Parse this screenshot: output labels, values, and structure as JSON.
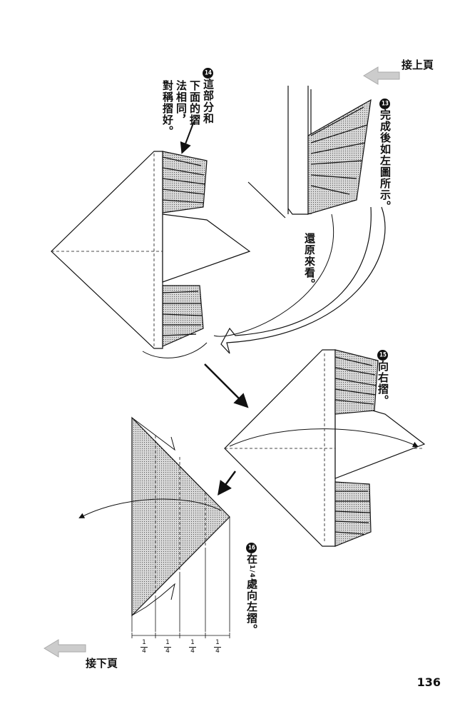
{
  "nav": {
    "continue_from": "接上頁",
    "continue_next": "接下頁"
  },
  "page_number": "136",
  "steps": [
    {
      "num": "13",
      "text": "完成後如左圖所示。"
    },
    {
      "num": "14",
      "text": "這部分和下面的摺法相同，對稱摺好。"
    },
    {
      "num": "15",
      "text": "向右摺。"
    },
    {
      "num": "16",
      "text": "在¼處向左摺。"
    }
  ],
  "step14_lines": [
    "這部分和",
    "下面的摺",
    "法相同，",
    "對稱摺好。"
  ],
  "step16_parts": {
    "before": "在",
    "after": "處向左摺。"
  },
  "unfold_note": "還原來看。",
  "fraction": {
    "numerator": "1",
    "denominator": "4"
  }
}
